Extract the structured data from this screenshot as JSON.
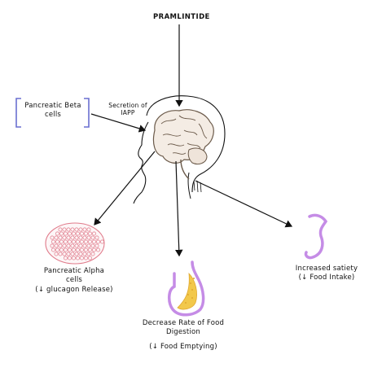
{
  "top": {
    "drug": "PRAMLINTIDE"
  },
  "source": {
    "line1": "Pancreatic Beta",
    "line2": "cells"
  },
  "secretion": {
    "line1": "Secretion of",
    "line2": "IAPP"
  },
  "effects": {
    "alpha": {
      "line1": "Pancreatic Alpha",
      "line2": "cells",
      "line3": "(↓ glucagon Release)"
    },
    "digestion": {
      "line1": "Decrease Rate of Food",
      "line2": "Digestion",
      "line3": "(↓ Food Emptying)"
    },
    "satiety": {
      "line1": "Increased satiety",
      "line2": "(↓ Food Intake)"
    }
  },
  "colors": {
    "bracket": "#6a6fd0",
    "stomach_outline": "#c58ce6",
    "stomach_fill": "#f2c84b",
    "cells": "#e07a8a",
    "ink": "#111111"
  }
}
